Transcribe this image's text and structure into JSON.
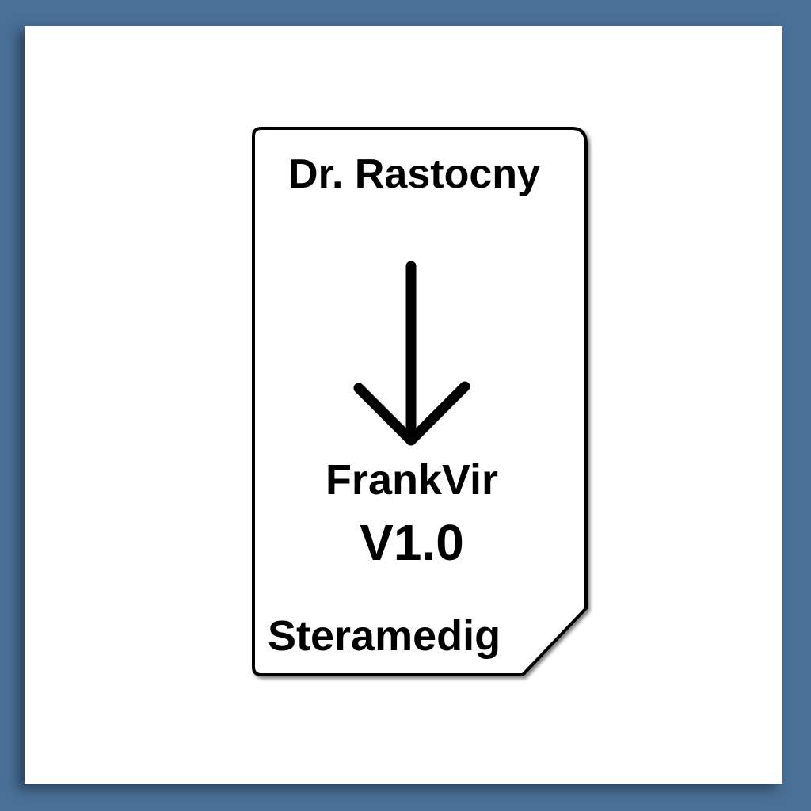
{
  "label": {
    "author": "Dr. Rastocny",
    "product_name": "FrankVir",
    "version": "V1.0",
    "footer": "Steramedig"
  },
  "icons": {
    "arrow": "arrow-down-icon"
  },
  "colors": {
    "background": "#4a7096",
    "panel": "#ffffff",
    "ink": "#000000"
  }
}
